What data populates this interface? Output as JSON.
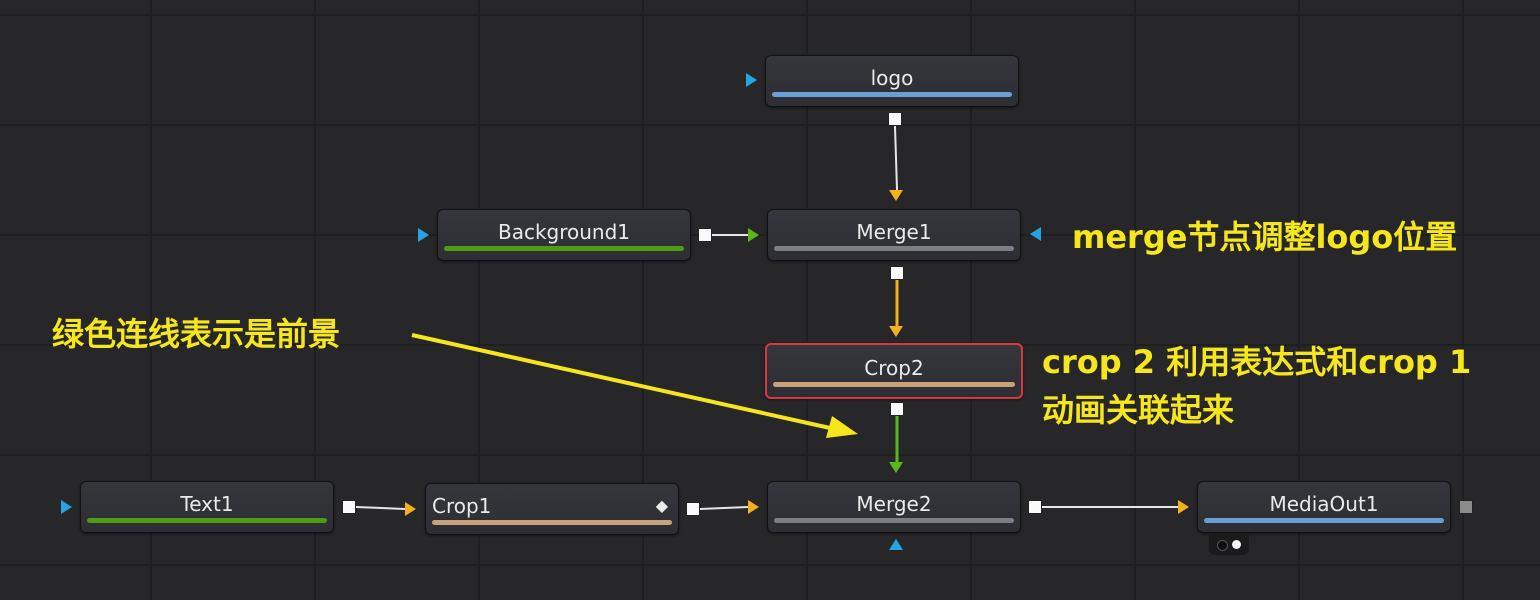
{
  "nodes": {
    "logo": {
      "label": "logo",
      "bar_color": "#6a9fd3"
    },
    "background1": {
      "label": "Background1",
      "bar_color": "#4f9a16"
    },
    "merge1": {
      "label": "Merge1",
      "bar_color": "#7d7d82"
    },
    "crop2": {
      "label": "Crop2",
      "bar_color": "#c9a27a",
      "selected": true
    },
    "text1": {
      "label": "Text1",
      "bar_color": "#4f9a16"
    },
    "crop1": {
      "label": "Crop1",
      "bar_color": "#c9a27a",
      "keyframe_icon": "◆"
    },
    "merge2": {
      "label": "Merge2",
      "bar_color": "#7d7d82"
    },
    "mediaout1": {
      "label": "MediaOut1",
      "bar_color": "#6a9fd3"
    }
  },
  "annotations": {
    "merge1_note": "merge节点调整logo位置",
    "foreground_note": "绿色连线表示是前景",
    "crop2_note_line1": "crop 2 利用表达式和crop 1",
    "crop2_note_line2": "动画关联起来"
  },
  "colors": {
    "background": "#27272a",
    "annotation": "#f6e71d",
    "input_background": "#f2b11d",
    "input_foreground": "#58b81a",
    "input_mask": "#27a3e3",
    "selected_border": "#d8393c"
  }
}
